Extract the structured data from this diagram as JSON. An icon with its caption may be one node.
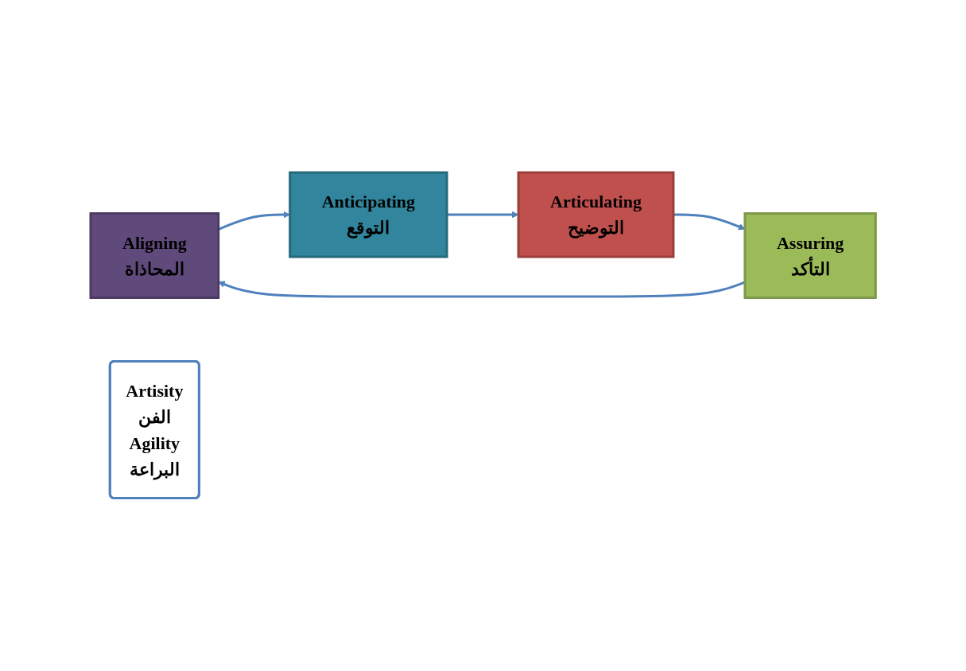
{
  "diagram": {
    "nodes": [
      {
        "text": [
          "Aligning",
          "المحاذاة"
        ]
      },
      {
        "text": [
          "Anticipating",
          "التوقع"
        ]
      },
      {
        "text": [
          "Articulating",
          "التوضيح"
        ]
      },
      {
        "text": [
          "Assuring",
          "التأكد"
        ]
      },
      {
        "text": [
          "Artisity",
          "الفن",
          "Agility",
          "البراعة"
        ]
      }
    ],
    "edges": [
      {
        "from": 0,
        "to": 1,
        "arrow": "to"
      },
      {
        "from": 1,
        "to": 2,
        "arrow": "to"
      },
      {
        "from": 2,
        "to": 3,
        "arrow": "to"
      },
      {
        "from": 3,
        "to": 0,
        "arrow": "to"
      }
    ]
  }
}
